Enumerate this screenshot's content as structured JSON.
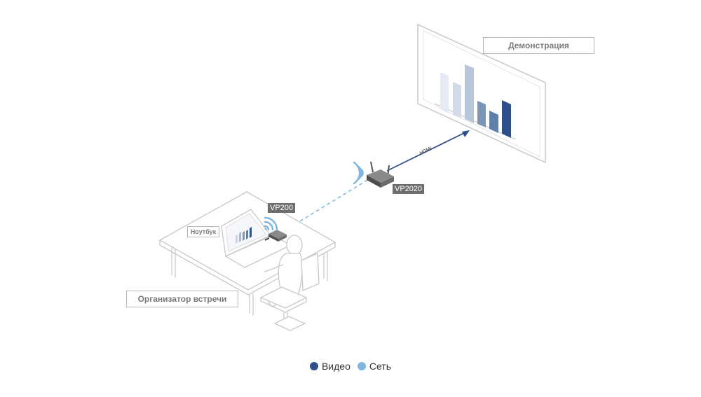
{
  "labels": {
    "display": "Демонстрация",
    "laptop": "Ноутбук",
    "organizer": "Организатор встречи"
  },
  "devices": {
    "receiver": "VP2020",
    "transmitter": "VP200"
  },
  "links": {
    "hdmi": "HDMI"
  },
  "legend": [
    {
      "label": "Видео",
      "color": "#2f4f8a"
    },
    {
      "label": "Сеть",
      "color": "#7fb6de"
    }
  ],
  "colors": {
    "video": "#2f4f8a",
    "network": "#7fb6de",
    "outline": "#c8c8c8",
    "device": "#555555"
  }
}
